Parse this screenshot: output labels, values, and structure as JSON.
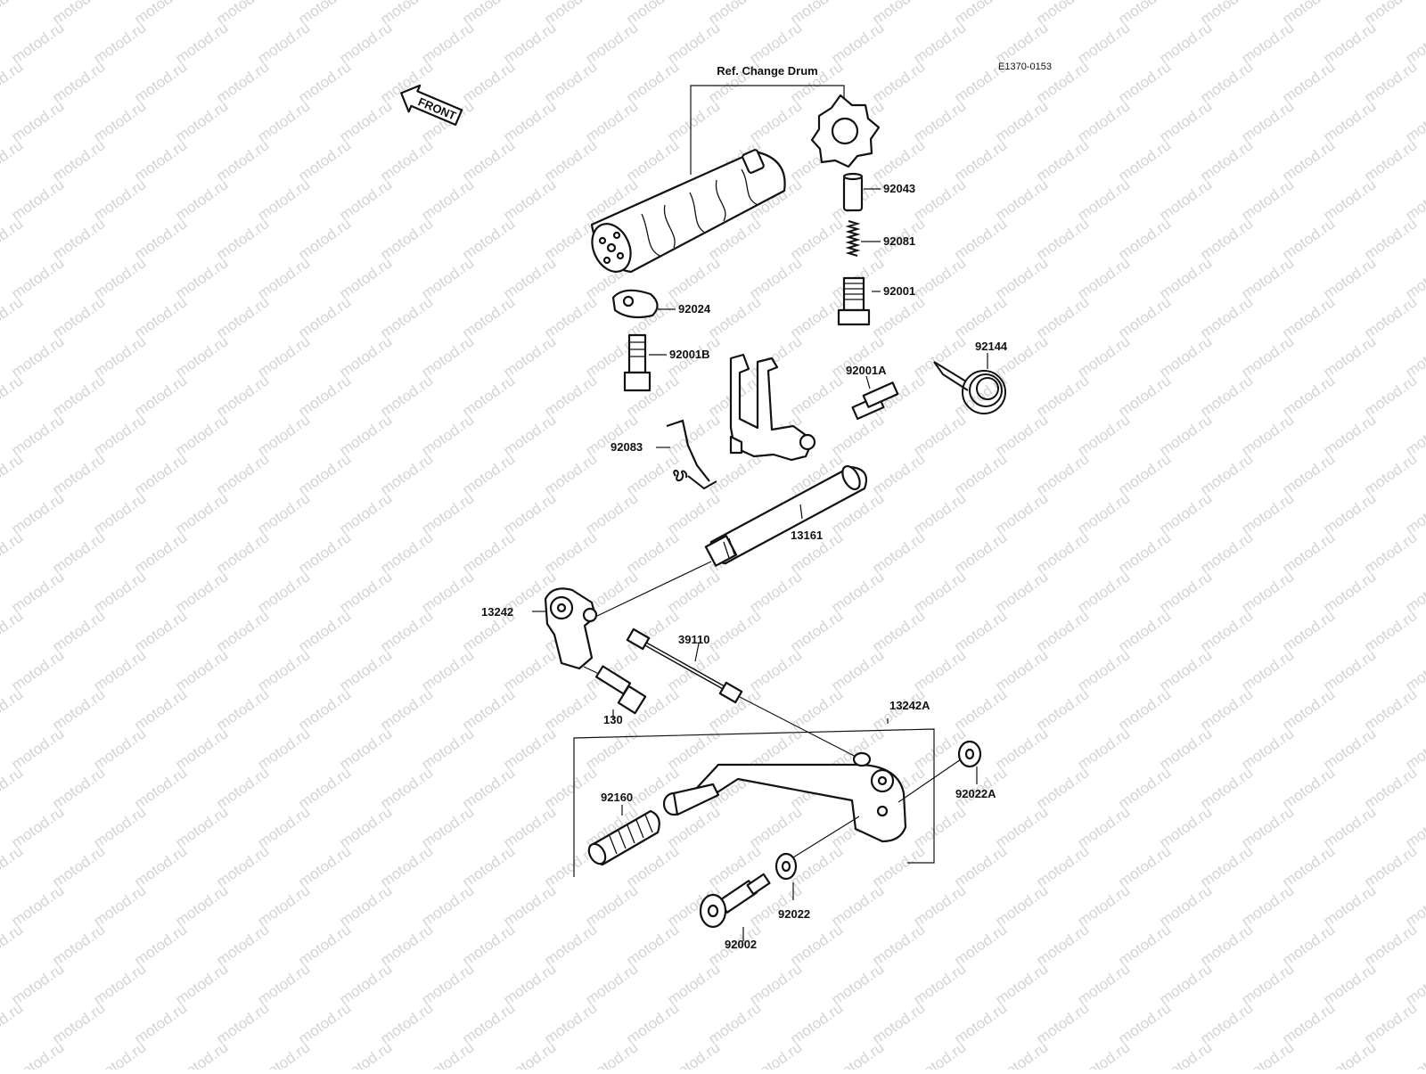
{
  "diagram": {
    "watermark": "motod.ru",
    "drawing_code": "E1370-0153",
    "front_label": "FRONT",
    "reference_label": "Ref. Change Drum",
    "parts": {
      "p92043": "92043",
      "p92081": "92081",
      "p92001": "92001",
      "p92024": "92024",
      "p92001B": "92001B",
      "p92001A": "92001A",
      "p92144": "92144",
      "p92083": "92083",
      "p13161": "13161",
      "p13242": "13242",
      "p39110": "39110",
      "p130": "130",
      "p13242A": "13242A",
      "p92022A": "92022A",
      "p92160": "92160",
      "p92022": "92022",
      "p92002": "92002"
    }
  }
}
